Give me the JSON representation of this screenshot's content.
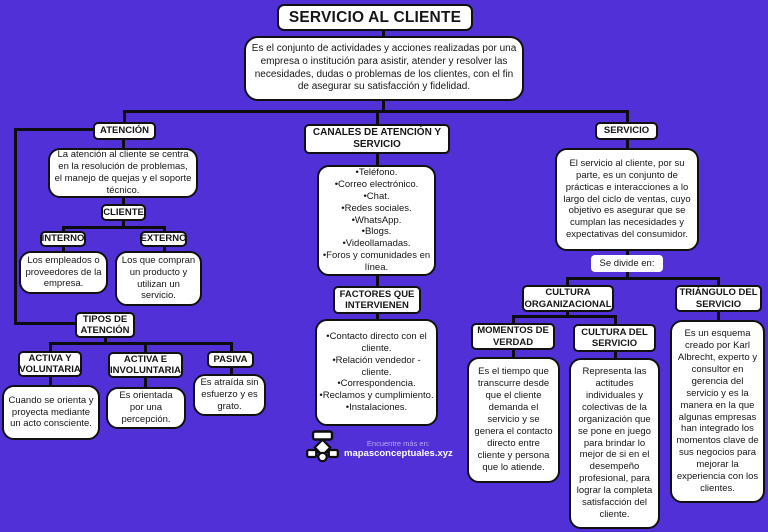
{
  "palette": {
    "background": "#5230d8",
    "box_bg": "#ffffff",
    "box_border": "#111111",
    "connector": "#0d0d0d",
    "watermark_text": "#b7a9ef",
    "watermark_site": "#ffffff"
  },
  "title": "SERVICIO AL CLIENTE",
  "root": {
    "description": "Es el conjunto de actividades y acciones realizadas por una empresa o institución para asistir, atender y resolver las necesidades, dudas o problemas de los clientes, con el fin de asegurar su satisfacción y fidelidad."
  },
  "branches": {
    "atencion": {
      "label": "ATENCIÓN",
      "description": "La atención al cliente se centra en la resolución de problemas, el manejo de quejas y el soporte técnico.",
      "cliente": {
        "label": "CLIENTE",
        "interno": {
          "label": "INTERNO",
          "description": "Los empleados o proveedores de la empresa."
        },
        "externo": {
          "label": "EXTERNO",
          "description": "Los que compran un producto y utilizan un servicio."
        }
      },
      "tipos": {
        "label": "TIPOS DE ATENCIÓN",
        "activa_voluntaria": {
          "label": "ACTIVA Y VOLUNTARIA",
          "description": "Cuando se orienta y proyecta mediante un acto consciente."
        },
        "activa_involuntaria": {
          "label": "ACTIVA E INVOLUNTARIA",
          "description": "Es orientada por una percepción."
        },
        "pasiva": {
          "label": "PASIVA",
          "description": "Es atraída sin esfuerzo y es grato."
        }
      }
    },
    "canales": {
      "label": "CANALES DE ATENCIÓN Y SERVICIO",
      "items": [
        "•Teléfono.",
        "•Correo electrónico.",
        "•Chat.",
        "•Redes sociales.",
        "•WhatsApp.",
        "•Blogs.",
        "•Videollamadas.",
        "•Foros y comunidades en línea."
      ],
      "factores": {
        "label": "FACTORES QUE INTERVIENEN",
        "items": [
          "•Contacto directo con el cliente.",
          "•Relación vendedor - cliente.",
          "•Correspondencia.",
          "•Reclamos y cumplimiento.",
          "•Instalaciones."
        ]
      }
    },
    "servicio": {
      "label": "SERVICIO",
      "description": "El servicio al cliente, por su parte, es un conjunto de prácticas e interacciones a lo largo del ciclo de ventas, cuyo objetivo es asegurar que se cumplan las necesidades y expectativas del consumidor.",
      "divider": "Se divide en:",
      "cultura_organizacional": {
        "label": "CULTURA ORGANIZACIONAL",
        "momentos_de_verdad": {
          "label": "MOMENTOS DE VERDAD",
          "description": "Es el tiempo que transcurre desde que el cliente demanda el servicio y se genera el contacto directo entre cliente y persona que lo atiende."
        },
        "cultura_del_servicio": {
          "label": "CULTURA DEL SERVICIO",
          "description": "Representa las actitudes individuales y colectivas de la organización que se pone en juego para brindar lo mejor de si en el desempeño profesional, para lograr la completa satisfacción del cliente."
        }
      },
      "triangulo_del_servicio": {
        "label": "TRIÁNGULO DEL SERVICIO",
        "description": "Es un esquema creado por Karl Albrecht, experto y consultor en gerencia del servicio y es la manera en la que algunas empresas han integrado los momentos clave de sus negocios para mejorar la experiencia con los clientes."
      }
    }
  },
  "watermark": {
    "prefix": "Encuentre más en:",
    "site": "mapasconceptuales.xyz"
  }
}
